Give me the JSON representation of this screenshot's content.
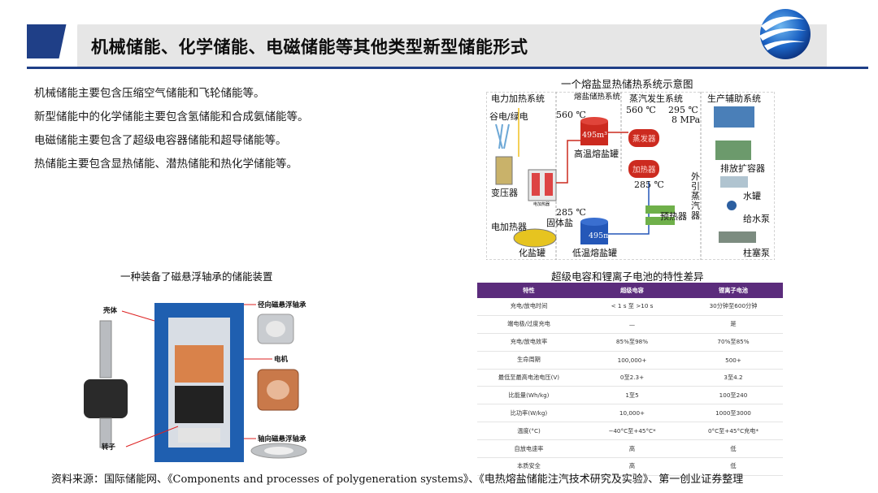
{
  "header": {
    "title": "机械储能、化学储能、电磁储能等其他类型新型储能形式"
  },
  "paragraphs": [
    "机械储能主要包含压缩空气储能和飞轮储能等。",
    "新型储能中的化学储能主要包含氢储能和合成氨储能等。",
    "电磁储能主要包含了超级电容器储能和超导储能等。",
    "热储能主要包含显热储能、潜热储能和热化学储能等。"
  ],
  "molten_salt": {
    "caption": "一个熔盐显热储热系统示意图",
    "sec_power": "电力加热系统",
    "sec_salt": "熔盐储热系统",
    "sec_steam": "蒸汽发生系统",
    "sec_aux": "生产辅助系统",
    "grid": "谷电/绿电",
    "transformer": "变压器",
    "electric_heater": "电加热器",
    "heater_label": "电加热器",
    "melting_tank": "化盐罐",
    "solid_salt": "固体盐",
    "hot_tank": "高温熔盐罐",
    "cold_tank": "低温熔盐罐",
    "hot_temp": "560 ℃",
    "cold_temp": "285 ℃",
    "tank_level_hot": "495m³",
    "tank_level_cold": "495m³",
    "steam_temp_a": "560 ℃",
    "steam_temp_b": "295 ℃",
    "pressure": "8 MPa",
    "evaporator": "蒸发器",
    "reheater": "加热器",
    "feed_temp": "285 ℃",
    "preheater": "预热器",
    "external_steam_chars": [
      "外",
      "引",
      "蒸",
      "汽",
      "器"
    ],
    "exp_vessel": "排放扩容器",
    "water_tank": "水罐",
    "feed_pump": "给水泵",
    "plunger_pump": "柱塞泵"
  },
  "flywheel": {
    "caption": "一种装备了磁悬浮轴承的储能装置",
    "housing": "壳体",
    "radial_bearing": "径向磁悬浮轴承",
    "motor": "电机",
    "axial_bearing": "轴向磁悬浮轴承",
    "rotor": "转子"
  },
  "comparison": {
    "caption": "超级电容和锂离子电池的特性差异",
    "headers": [
      "特性",
      "超级电容",
      "锂离子电池"
    ],
    "rows": [
      [
        "充电/放电时间",
        "< 1 s 至 >10 s",
        "30分钟至600分钟"
      ],
      [
        "端电极/过度充电",
        "—",
        "是"
      ],
      [
        "充电/放电效率",
        "85%至98%",
        "70%至85%"
      ],
      [
        "生命周期",
        "100,000+",
        "500+"
      ],
      [
        "最低至最高电池电压(V)",
        "0至2.3+",
        "3至4.2"
      ],
      [
        "比能量(Wh/kg)",
        "1至5",
        "100至240"
      ],
      [
        "比功率(W/kg)",
        "10,000+",
        "1000至3000"
      ],
      [
        "温度(°C)",
        "−40°C至+45°C*",
        "0°C至+45°C充电*"
      ],
      [
        "自放电速率",
        "高",
        "低"
      ],
      [
        "本质安全",
        "高",
        "低"
      ]
    ]
  },
  "source": "资料来源：国际储能网、《Components and processes of polygeneration systems》、《电热熔盐储能注汽技术研究及实验》、第一创业证券整理",
  "colors": {
    "brand_blue": "#1f3f87",
    "header_gray": "#e6e6e6",
    "table_header": "#5b2c7c",
    "hot_salt": "#cc2a1f",
    "cold_salt": "#2457b8"
  }
}
